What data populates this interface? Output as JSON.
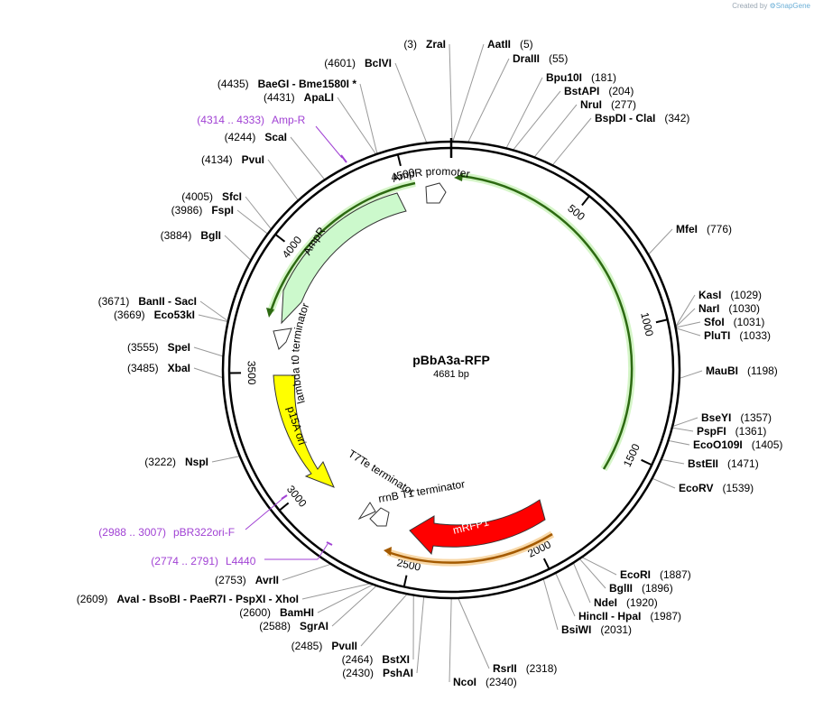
{
  "credit": {
    "prefix": "Created by",
    "brand": "SnapGene"
  },
  "plasmid": {
    "name": "pBbA3a-RFP",
    "size": "4681 bp",
    "length": 4681
  },
  "ticks": [
    "500",
    "1000",
    "1500",
    "2000",
    "2500",
    "3000",
    "3500",
    "4000",
    "4500"
  ],
  "features": [
    {
      "label": "AmpR promoter",
      "color": "#ffffff"
    },
    {
      "label": "AmpR",
      "color": "#ccf9cc"
    },
    {
      "label": "lambda t0 terminator",
      "color": "#ffffff"
    },
    {
      "label": "p15A ori",
      "color": "#ffff00"
    },
    {
      "label": "T7Te terminator",
      "color": "#ffffff"
    },
    {
      "label": "rrnB T1 terminator",
      "color": "#ffffff"
    },
    {
      "label": "mRFP1",
      "color": "#ff0000"
    }
  ],
  "sites": [
    {
      "pos": "(3)",
      "name": "ZraI"
    },
    {
      "pos": "(5)",
      "name": "AatII"
    },
    {
      "pos": "(55)",
      "name": "DraIII"
    },
    {
      "pos": "(181)",
      "name": "Bpu10I"
    },
    {
      "pos": "(204)",
      "name": "BstAPI"
    },
    {
      "pos": "(277)",
      "name": "NruI"
    },
    {
      "pos": "(342)",
      "name": "BspDI  -  ClaI"
    },
    {
      "pos": "(776)",
      "name": "MfeI"
    },
    {
      "pos": "(1029)",
      "name": "KasI"
    },
    {
      "pos": "(1030)",
      "name": "NarI"
    },
    {
      "pos": "(1031)",
      "name": "SfoI"
    },
    {
      "pos": "(1033)",
      "name": "PluTI"
    },
    {
      "pos": "(1198)",
      "name": "MauBI"
    },
    {
      "pos": "(1357)",
      "name": "BseYI"
    },
    {
      "pos": "(1361)",
      "name": "PspFI"
    },
    {
      "pos": "(1405)",
      "name": "EcoO109I"
    },
    {
      "pos": "(1471)",
      "name": "BstEII"
    },
    {
      "pos": "(1539)",
      "name": "EcoRV"
    },
    {
      "pos": "(1887)",
      "name": "EcoRI"
    },
    {
      "pos": "(1896)",
      "name": "BglII"
    },
    {
      "pos": "(1920)",
      "name": "NdeI"
    },
    {
      "pos": "(1987)",
      "name": "HincII  -  HpaI"
    },
    {
      "pos": "(2031)",
      "name": "BsiWI"
    },
    {
      "pos": "(2318)",
      "name": "RsrII"
    },
    {
      "pos": "(2340)",
      "name": "NcoI"
    },
    {
      "pos": "(2430)",
      "name": "PshAI"
    },
    {
      "pos": "(2464)",
      "name": "BstXI"
    },
    {
      "pos": "(2485)",
      "name": "PvuII"
    },
    {
      "pos": "(2588)",
      "name": "SgrAI"
    },
    {
      "pos": "(2600)",
      "name": "BamHI"
    },
    {
      "pos": "(2609)",
      "name": "AvaI  -  BsoBI  -  PaeR7I  -  PspXI  -  XhoI"
    },
    {
      "pos": "(2753)",
      "name": "AvrII"
    },
    {
      "pos": "(3222)",
      "name": "NspI"
    },
    {
      "pos": "(3485)",
      "name": "XbaI"
    },
    {
      "pos": "(3555)",
      "name": "SpeI"
    },
    {
      "pos": "(3669)",
      "name": "Eco53kI"
    },
    {
      "pos": "(3671)",
      "name": "BanII  -  SacI"
    },
    {
      "pos": "(3884)",
      "name": "BglI"
    },
    {
      "pos": "(3986)",
      "name": "FspI"
    },
    {
      "pos": "(4005)",
      "name": "SfcI"
    },
    {
      "pos": "(4134)",
      "name": "PvuI"
    },
    {
      "pos": "(4244)",
      "name": "ScaI"
    },
    {
      "pos": "(4431)",
      "name": "ApaLI"
    },
    {
      "pos": "(4435)",
      "name": "BaeGI  -  Bme1580I *"
    },
    {
      "pos": "(4601)",
      "name": "BclVI"
    }
  ],
  "primers": [
    {
      "pos": "(4314 .. 4333)",
      "name": "Amp-R"
    },
    {
      "pos": "(2988 .. 3007)",
      "name": "pBR322ori-F"
    },
    {
      "pos": "(2774 .. 2791)",
      "name": "L4440"
    }
  ]
}
